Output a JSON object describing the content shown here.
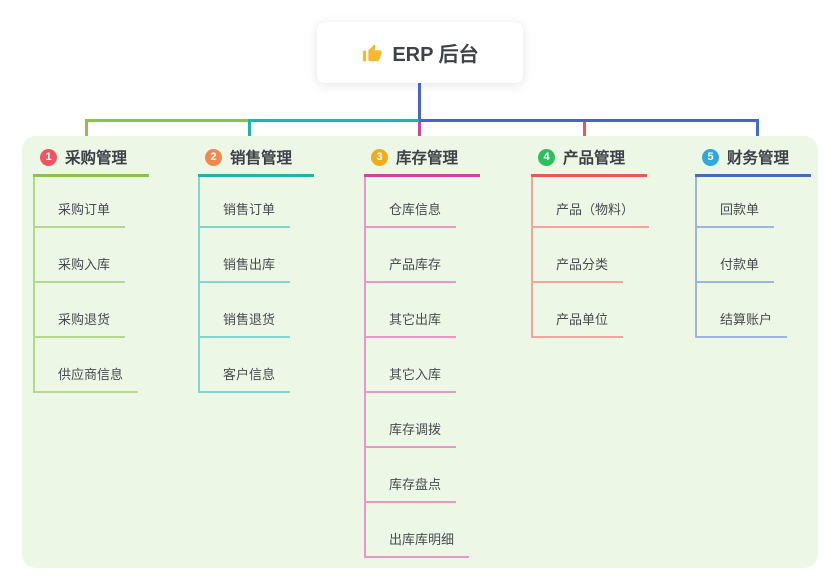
{
  "root": {
    "label": "ERP 后台",
    "icon": "thumbs-up-icon",
    "icon_color": "#f5b82e",
    "connector_color": "#4a62c9"
  },
  "canvas": {
    "page_bg": "#ffffff",
    "panel_bg": "#edf7e5"
  },
  "branches": [
    {
      "num": "1",
      "label": "采购管理",
      "badge_color": "#ed5565",
      "line_color": "#8ac24a",
      "child_line_color": "#b3d98f",
      "children": [
        "采购订单",
        "采购入库",
        "采购退货",
        "供应商信息"
      ]
    },
    {
      "num": "2",
      "label": "销售管理",
      "badge_color": "#f2884b",
      "line_color": "#1cb5ac",
      "child_line_color": "#84d5cf",
      "children": [
        "销售订单",
        "销售出库",
        "销售退货",
        "客户信息"
      ]
    },
    {
      "num": "3",
      "label": "库存管理",
      "badge_color": "#f0ac1f",
      "line_color": "#d6409e",
      "child_line_color": "#ec96c8",
      "children": [
        "仓库信息",
        "产品库存",
        "其它出库",
        "其它入库",
        "库存调拨",
        "库存盘点",
        "出库库明细"
      ]
    },
    {
      "num": "4",
      "label": "产品管理",
      "badge_color": "#2dbe60",
      "line_color": "#f0564f",
      "child_line_color": "#f7a29d",
      "children": [
        "产品（物料）",
        "产品分类",
        "产品单位"
      ]
    },
    {
      "num": "5",
      "label": "财务管理",
      "badge_color": "#2fa8dc",
      "line_color": "#3f6ec5",
      "child_line_color": "#9ab4e4",
      "children": [
        "回款单",
        "付款单",
        "结算账户"
      ]
    }
  ]
}
